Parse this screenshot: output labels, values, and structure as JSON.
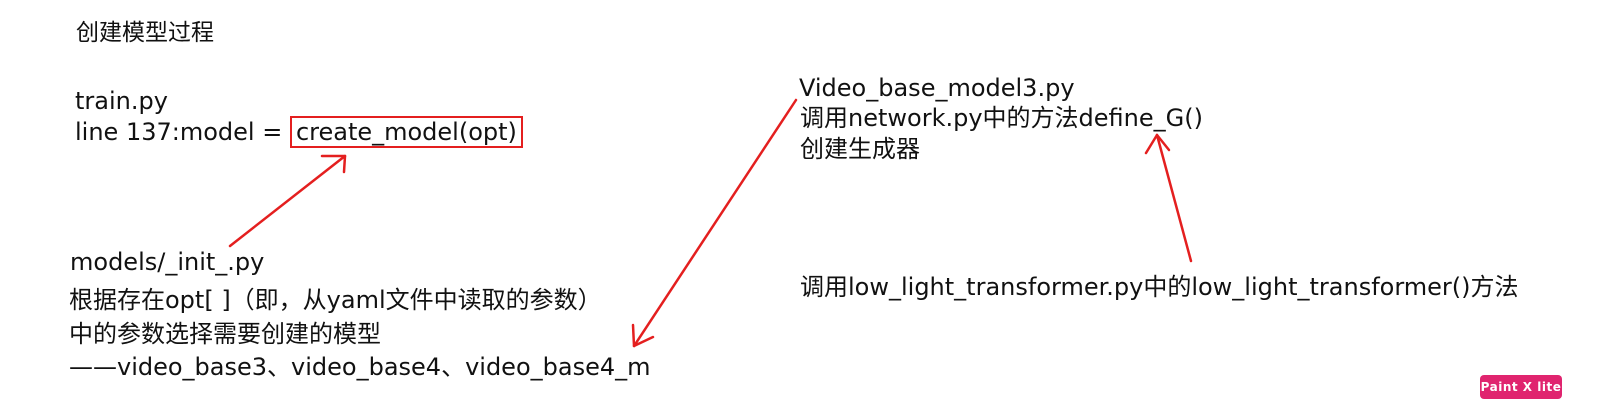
{
  "title": "创建模型过程",
  "train": {
    "file": "train.py",
    "line_prefix": "line 137:model = ",
    "call": "create_model(opt)"
  },
  "models_init": {
    "file": "models/_init_.py",
    "line1": "根据存在opt[ ]（即，从yaml文件中读取的参数）",
    "line2": "中的参数选择需要创建的模型",
    "line3": "——video_base3、video_base4、video_base4_m"
  },
  "video_base": {
    "file": "Video_base_model3.py",
    "line1": "调用network.py中的方法define_G()",
    "line2": "创建生成器"
  },
  "low_light": {
    "text": "调用low_light_transformer.py中的low_light_transformer()方法"
  },
  "watermark": "Paint X lite",
  "colors": {
    "arrow": "#e41f1f",
    "text": "#111111",
    "badge": "#e0246f"
  }
}
